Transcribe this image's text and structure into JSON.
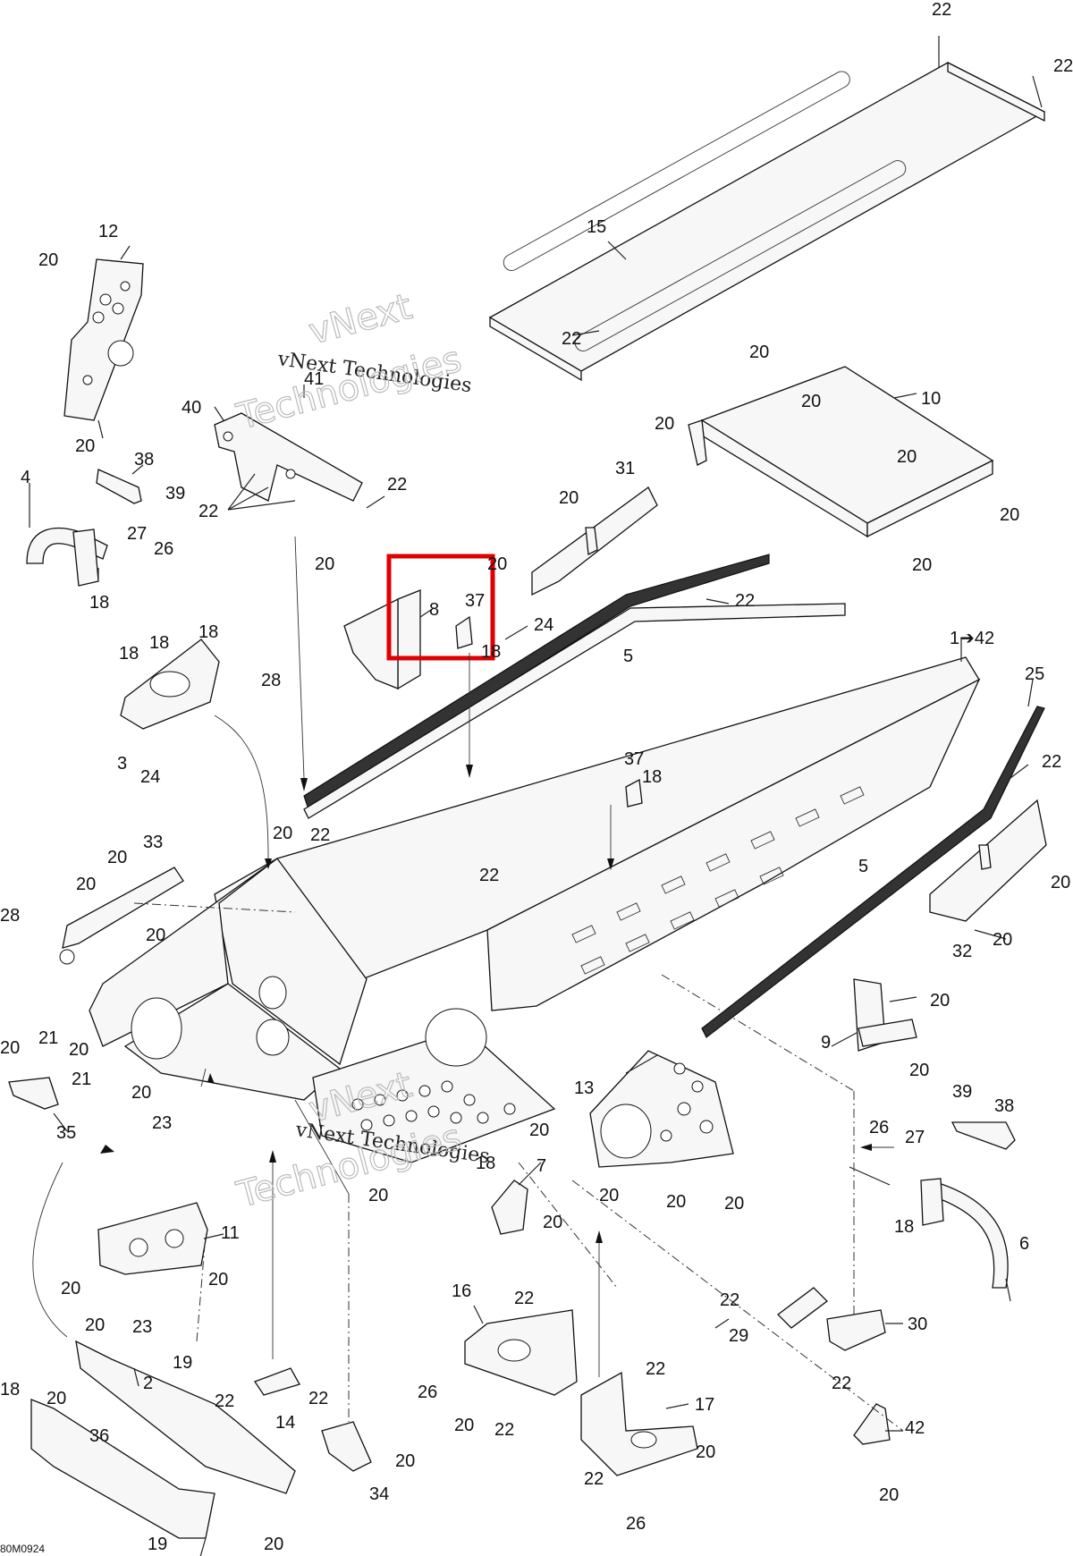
{
  "diagram_code": "80M0924",
  "watermark": {
    "brand": "vNext Technologies",
    "line1": "vNext",
    "line2": "Technologies"
  },
  "highlight": {
    "color": "#e00000"
  },
  "labels": {
    "l1": "1➔42",
    "l2": "2",
    "l3": "3",
    "l4": "4",
    "l5": "5",
    "l6": "6",
    "l7": "7",
    "l8": "8",
    "l9": "9",
    "l10": "10",
    "l11": "11",
    "l12": "12",
    "l13": "13",
    "l14": "14",
    "l15": "15",
    "l16": "16",
    "l17": "17",
    "l18": "18",
    "l19": "19",
    "l20": "20",
    "l21": "21",
    "l22": "22",
    "l23": "23",
    "l24": "24",
    "l25": "25",
    "l26": "26",
    "l27": "27",
    "l28": "28",
    "l29": "29",
    "l30": "30",
    "l31": "31",
    "l32": "32",
    "l33": "33",
    "l34": "34",
    "l35": "35",
    "l36": "36",
    "l37": "37",
    "l38": "38",
    "l39": "39",
    "l40": "40",
    "l41": "41",
    "l42": "42"
  }
}
